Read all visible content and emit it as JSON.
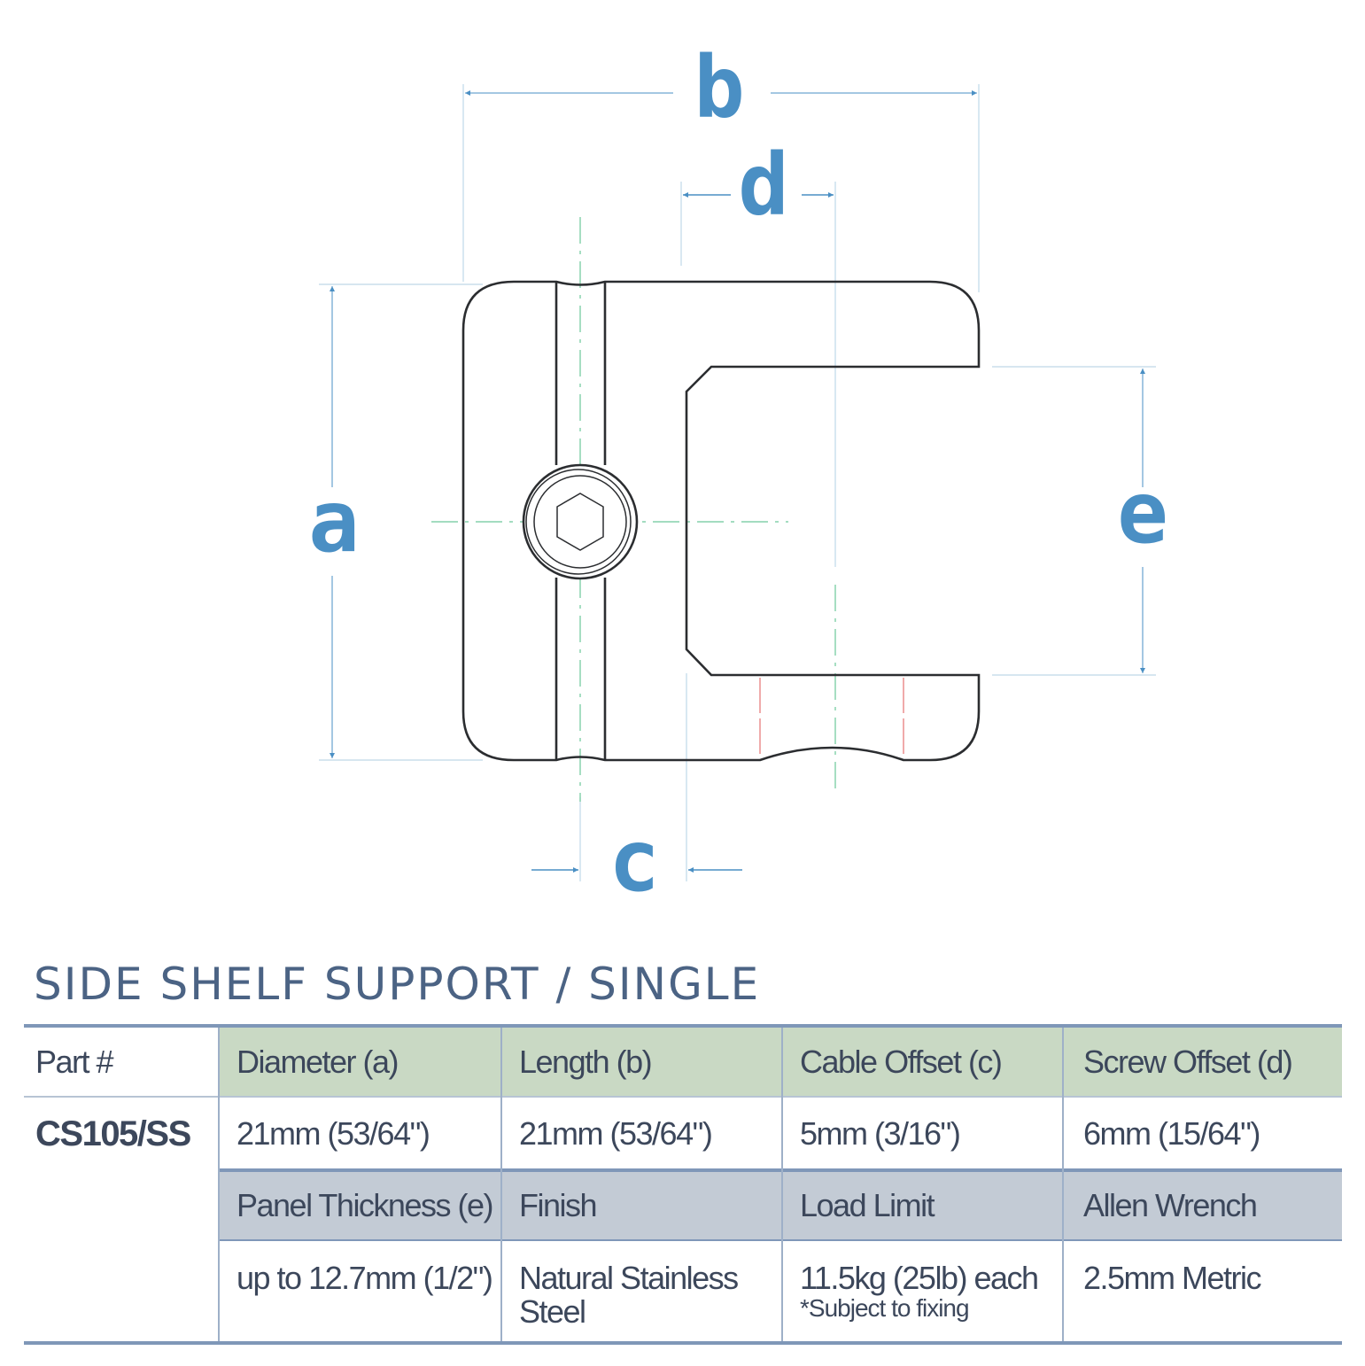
{
  "drawing": {
    "dimension_labels": {
      "a": "a",
      "b": "b",
      "c": "c",
      "d": "d",
      "e": "e"
    },
    "colors": {
      "dimension": "#4a8fc4",
      "outline": "#2b2d30",
      "centerline": "#6cc79a",
      "hidden": "#e57373"
    }
  },
  "title": "SIDE SHELF SUPPORT / SINGLE",
  "table": {
    "part_header": "Part #",
    "part_number": "CS105/SS",
    "row1_headers": [
      "Diameter (a)",
      "Length (b)",
      "Cable Offset (c)",
      "Screw Offset (d)"
    ],
    "row1_values": [
      "21mm (53/64\")",
      "21mm (53/64\")",
      "5mm (3/16\")",
      "6mm (15/64\")"
    ],
    "row2_headers": [
      "Panel Thickness (e)",
      "Finish",
      "Load Limit",
      "Allen Wrench"
    ],
    "row2_values": [
      "up to 12.7mm (1/2\")",
      "Natural Stainless Steel",
      "11.5kg (25lb) each",
      "2.5mm Metric"
    ],
    "load_note": "*Subject to fixing",
    "colors": {
      "row1_header_bg": "#c9d9c4",
      "row2_header_bg": "#c3cbd5",
      "rule": "#7f97b8",
      "text": "#3c475b"
    }
  }
}
